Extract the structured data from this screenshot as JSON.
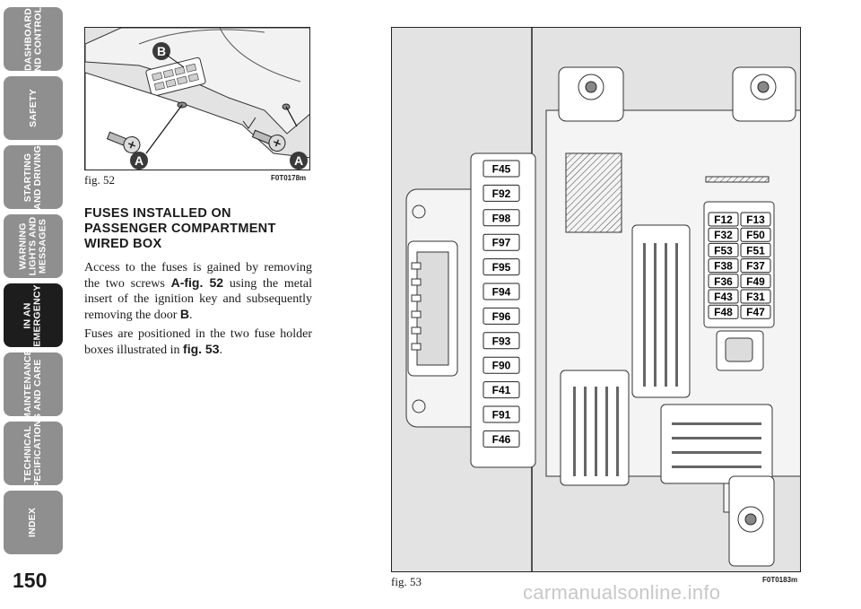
{
  "sidebar": {
    "tabs": [
      {
        "label": "DASHBOARD\nAND CONTROLS",
        "active": false
      },
      {
        "label": "SAFETY",
        "active": false
      },
      {
        "label": "STARTING\nAND DRIVING",
        "active": false
      },
      {
        "label": "WARNING\nLIGHTS AND\nMESSAGES",
        "active": false
      },
      {
        "label": "IN AN\nEMERGENCY",
        "active": true
      },
      {
        "label": "MAINTENANCE\nAND CARE",
        "active": false
      },
      {
        "label": "TECHNICAL\nSPECIFICATIONS",
        "active": false
      },
      {
        "label": "INDEX",
        "active": false
      }
    ]
  },
  "page_number": "150",
  "fig52": {
    "caption": "fig. 52",
    "code": "F0T0178m",
    "labels": {
      "b": "B",
      "a_left": "A",
      "a_right": "A"
    }
  },
  "heading": "FUSES INSTALLED ON PASSENGER COMPARTMENT WIRED BOX",
  "para1": {
    "t1": "Access to the fuses is gained by removing the two screws ",
    "b1": "A-fig. 52",
    "t2": " using the metal insert of the ignition key and subsequently removing the door ",
    "b2": "B",
    "t3": "."
  },
  "para2": {
    "t1": "Fuses are positioned in the two fuse holder boxes illustrated in ",
    "b1": "fig. 53",
    "t2": "."
  },
  "fig53": {
    "caption": "fig. 53",
    "code": "F0T0183m",
    "left_fuses": [
      "F45",
      "F92",
      "F98",
      "F97",
      "F95",
      "F94",
      "F96",
      "F93",
      "F90",
      "F41",
      "F91",
      "F46"
    ],
    "right_fuses": [
      [
        "F12",
        "F13"
      ],
      [
        "F32",
        "F50"
      ],
      [
        "F53",
        "F51"
      ],
      [
        "F38",
        "F37"
      ],
      [
        "F36",
        "F49"
      ],
      [
        "F43",
        "F31"
      ],
      [
        "F48",
        "F47"
      ]
    ]
  },
  "watermark": "carmanualsonline.info",
  "colors": {
    "tab_inactive": "#8f8f8f",
    "tab_active": "#1d1d1d",
    "figure_bg": "#e3e3e3"
  }
}
